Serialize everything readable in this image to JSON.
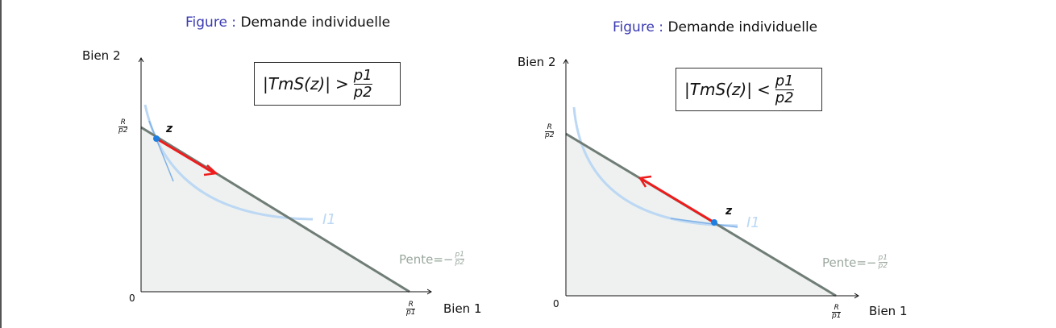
{
  "figures": [
    {
      "title_label": "Figure :",
      "title_text": "Demande individuelle",
      "y_axis_label": "Bien 2",
      "x_axis_label": "Bien 1",
      "origin_label": "0",
      "y_intercept": {
        "num": "R",
        "den": "p2"
      },
      "x_intercept": {
        "num": "R",
        "den": "p1"
      },
      "formula": {
        "lhs": "|TmS(z)|",
        "op": ">",
        "num": "p1",
        "den": "p2"
      },
      "point_label": "z",
      "curve_label": "I1",
      "slope": {
        "text": "Pente=−",
        "num": "p1",
        "den": "p2"
      },
      "arrow_direction": "down-right"
    },
    {
      "title_label": "Figure :",
      "title_text": "Demande individuelle",
      "y_axis_label": "Bien 2",
      "x_axis_label": "Bien 1",
      "origin_label": "0",
      "y_intercept": {
        "num": "R",
        "den": "p2"
      },
      "x_intercept": {
        "num": "R",
        "den": "p1"
      },
      "formula": {
        "lhs": "|TmS(z)|",
        "op": "<",
        "num": "p1",
        "den": "p2"
      },
      "point_label": "z",
      "curve_label": "I1",
      "slope": {
        "text": "Pente=−",
        "num": "p1",
        "den": "p2"
      },
      "arrow_direction": "up-left"
    }
  ],
  "colors": {
    "title_accent": "#3b3bb3",
    "budget_line": "#6f7d76",
    "budget_fill": "#eef1ef",
    "indifference_curve": "#bcd8f4",
    "tangent": "#7fb0e6",
    "point": "#1f7fe0",
    "arrow": "#ee1c1c"
  }
}
